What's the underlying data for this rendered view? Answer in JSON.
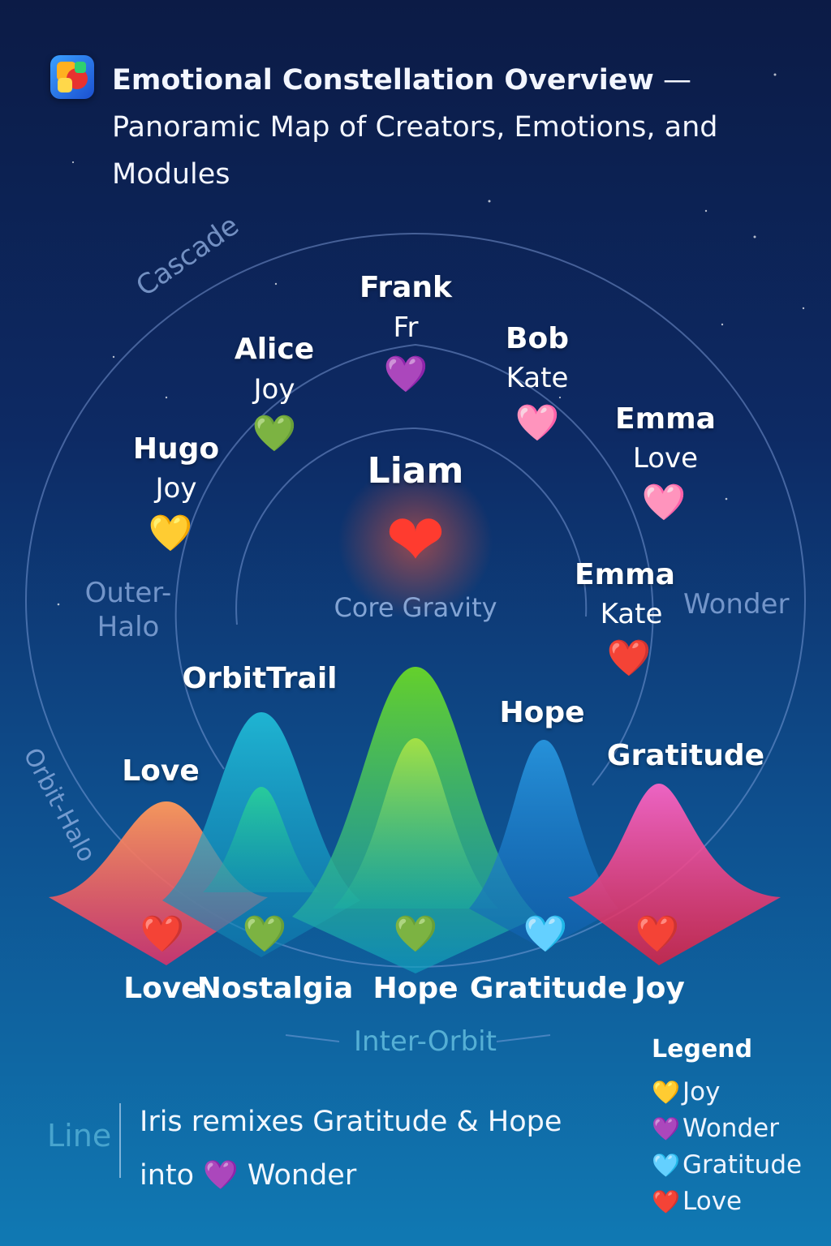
{
  "header": {
    "title_bold": "Emotional Constellation Overview",
    "title_rest": " — Panoramic Map of Creators, Emotions, and Modules"
  },
  "center": {
    "name": "Liam",
    "caption": "Core Gravity",
    "heart_color": "#ff3b2f"
  },
  "ring_labels": {
    "cascade": "Cascade",
    "outer_halo": "Outer-\nHalo",
    "orbit_halo": "Orbit-Halo",
    "wonder": "Wonder",
    "inter_orbit": "Inter-Orbit"
  },
  "nodes": [
    {
      "id": "frank",
      "name": "Frank",
      "sub": "Fr",
      "heart": "💜"
    },
    {
      "id": "alice",
      "name": "Alice",
      "sub": "Joy",
      "heart": "💚"
    },
    {
      "id": "bob",
      "name": "Bob",
      "sub": "Kate",
      "heart": "🩷"
    },
    {
      "id": "hugo",
      "name": "Hugo",
      "sub": "Joy",
      "heart": "💛"
    },
    {
      "id": "emma1",
      "name": "Emma",
      "sub": "Love",
      "heart": "🩷"
    },
    {
      "id": "emma2",
      "name": "Emma",
      "sub": "Kate",
      "heart": "❤️"
    }
  ],
  "peaks": {
    "love": "Love",
    "orbittrail": "OrbitTrail",
    "hope": "Hope",
    "gratitude": "Gratitude"
  },
  "bottom_row": [
    {
      "label": "Love",
      "heart": "❤️"
    },
    {
      "label": "Nostalgia",
      "heart": "💚"
    },
    {
      "label": "Hope",
      "heart": "💚"
    },
    {
      "label": "Gratitude",
      "heart": "🩵"
    },
    {
      "label": "Joy",
      "heart": "❤️"
    }
  ],
  "legend": {
    "title": "Legend",
    "items": [
      {
        "label": "Joy",
        "symbol": "💛",
        "color": "#f5c400"
      },
      {
        "label": "Wonder",
        "symbol": "💜",
        "color": "#8a3ff0"
      },
      {
        "label": "Gratitude",
        "symbol": "🩵",
        "color": "#27d3e0"
      },
      {
        "label": "Love",
        "symbol": "❤️",
        "color": "#e8262e"
      }
    ]
  },
  "note": {
    "side_label": "Line",
    "line1": "Iris remixes Gratitude & Hope",
    "line2_prefix": "into",
    "line2_symbol": "💜",
    "line2_suffix": "Wonder"
  }
}
